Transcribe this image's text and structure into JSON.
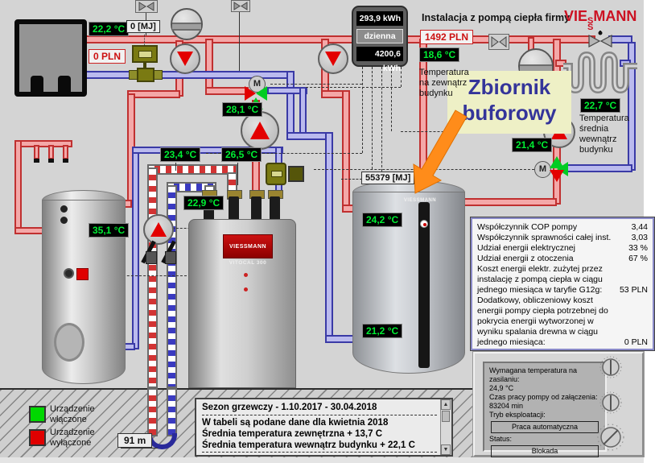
{
  "title": {
    "heading": "Instalacja z pompą ciepła firmy",
    "brand_pre": "VIE",
    "brand_ss1": "S",
    "brand_ss2": "S",
    "brand_post": "MANN"
  },
  "meter": {
    "top": "293,9 kWh",
    "middle": "dzienna",
    "bottom": "4200,6 kWh"
  },
  "banner": {
    "line1": "Zbiornik",
    "line2": "buforowy"
  },
  "sensors": {
    "fireplace_out": "22,2 °C",
    "mix1": "28,1 °C",
    "brine_a": "23,4 °C",
    "brine_b": "26,5 °C",
    "hp_in": "22,9 °C",
    "dhw": "35,1 °C",
    "buffer_top": "24,2 °C",
    "buffer_bottom": "21,2 °C",
    "outside": "18,6 °C",
    "inside": "22,7 °C",
    "heating": "21,4 °C"
  },
  "badges": {
    "mj_zero": "0 [MJ]",
    "pln_zero": "0 PLN",
    "pln_month": "1492 PLN",
    "mj_total": "55379 [MJ]",
    "depth": "91 m"
  },
  "notes": {
    "outside": "Temperatura\nna zewnątrz\nbudynku",
    "inside": "Temperatura\nśrednia\nwewnątrz\nbudynku"
  },
  "stats": {
    "rows": [
      {
        "label": "Współczynnik COP pompy",
        "value": "3,44"
      },
      {
        "label": "Współczynnik sprawności całej inst.",
        "value": "3,03"
      },
      {
        "label": "Udział energii elektrycznej",
        "value": "33 %"
      },
      {
        "label": "Udział energii z otoczenia",
        "value": "67 %"
      }
    ],
    "blocks": [
      {
        "text": "Koszt energii elektr. zużytej przez instalację z pompą ciepła w ciągu jednego miesiąca w taryfie G12g:",
        "value": "53 PLN"
      },
      {
        "text": "Dodatkowy, obliczeniowy koszt energii pompy ciepła potrzebnej do pokrycia energii wytworzonej w wyniku spalania drewna w ciągu jednego miesiąca:",
        "value": "0 PLN"
      }
    ]
  },
  "controller": {
    "l1": "Wymagana temperatura na zasilaniu:",
    "v1": "24,9 °C",
    "l2": "Czas pracy pompy od załączenia:",
    "v2": "83204 min",
    "l3": "Tryb eksploatacji:",
    "mode": "Praca automatyczna",
    "l4": "Status:",
    "status": "Blokada"
  },
  "infobox": {
    "line1": "Sezon grzewczy - 1.10.2017 - 30.04.2018",
    "line2": "W tabeli są podane dane dla kwietnia 2018",
    "line3": "Średnia temperatura zewnętrzna + 13,7 C",
    "line4": "Średnia temperatura wewnątrz budynku + 22,1 C"
  },
  "legend": {
    "on": "Urządzenie\nwłączone",
    "off": "Urządzenie\nwyłączone"
  },
  "devices": {
    "hp_brand": "VIESSMANN",
    "hp_model": "VITOCAL 300",
    "buffer_brand": "VIESSMANN",
    "motor": "M"
  },
  "colors": {
    "pipe_hot": "#c03030",
    "pipe_cold": "#3a3aa6",
    "led_green": "#00ee33",
    "alarm_red": "#cc1111",
    "brand_red": "#cc1122",
    "banner_bg": "#eef0c6",
    "arrow_orange": "#ff8c1a"
  }
}
